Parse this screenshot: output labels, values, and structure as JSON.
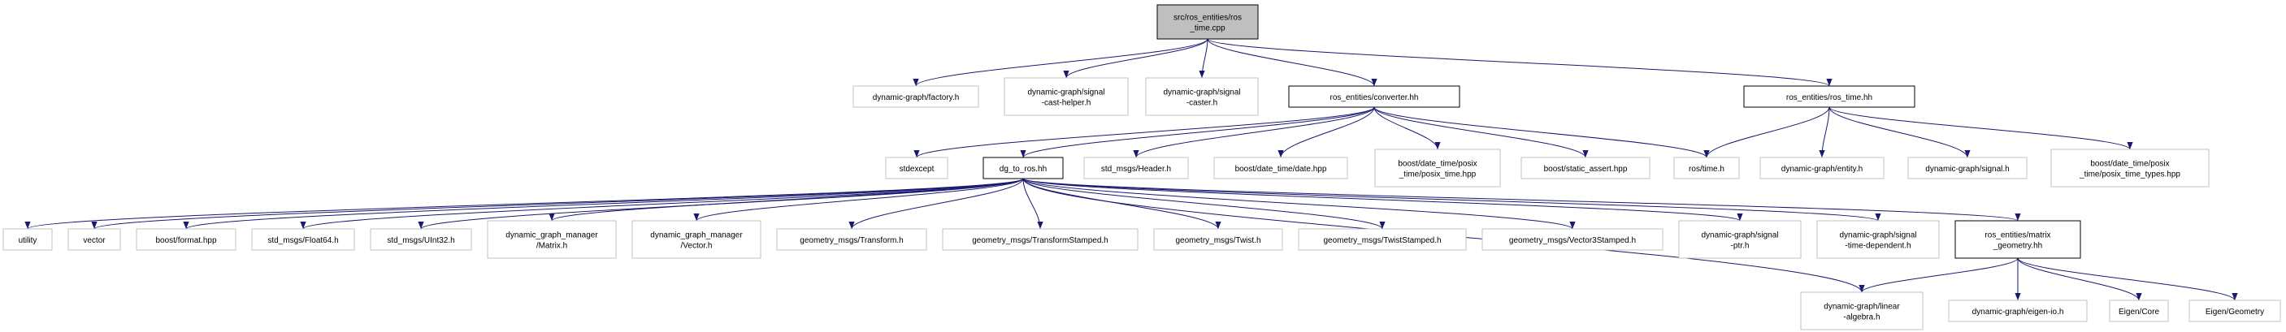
{
  "colors": {
    "edge": "#191970",
    "root_fill": "#bfbfbf",
    "missing_border": "#c0c0c0",
    "documented_border": "#000000"
  },
  "nodes": [
    {
      "id": "root",
      "lines": [
        "src/ros_entities/ros",
        "_time.cpp"
      ],
      "kind": "root"
    },
    {
      "id": "factory",
      "lines": [
        "dynamic-graph/factory.h"
      ],
      "kind": "missing"
    },
    {
      "id": "signal-cast-helper",
      "lines": [
        "dynamic-graph/signal",
        "-cast-helper.h"
      ],
      "kind": "missing"
    },
    {
      "id": "signal-caster",
      "lines": [
        "dynamic-graph/signal",
        "-caster.h"
      ],
      "kind": "missing"
    },
    {
      "id": "converter",
      "lines": [
        "ros_entities/converter.hh"
      ],
      "kind": "documented"
    },
    {
      "id": "ros-time-hh",
      "lines": [
        "ros_entities/ros_time.hh"
      ],
      "kind": "documented"
    },
    {
      "id": "stdexcept",
      "lines": [
        "stdexcept"
      ],
      "kind": "missing"
    },
    {
      "id": "dg-to-ros",
      "lines": [
        "dg_to_ros.hh"
      ],
      "kind": "documented"
    },
    {
      "id": "std-msgs-header",
      "lines": [
        "std_msgs/Header.h"
      ],
      "kind": "missing"
    },
    {
      "id": "boost-date",
      "lines": [
        "boost/date_time/date.hpp"
      ],
      "kind": "missing"
    },
    {
      "id": "boost-posix-time",
      "lines": [
        "boost/date_time/posix",
        "_time/posix_time.hpp"
      ],
      "kind": "missing"
    },
    {
      "id": "boost-static-assert",
      "lines": [
        "boost/static_assert.hpp"
      ],
      "kind": "missing"
    },
    {
      "id": "ros-time-h",
      "lines": [
        "ros/time.h"
      ],
      "kind": "missing"
    },
    {
      "id": "entity",
      "lines": [
        "dynamic-graph/entity.h"
      ],
      "kind": "missing"
    },
    {
      "id": "signal",
      "lines": [
        "dynamic-graph/signal.h"
      ],
      "kind": "missing"
    },
    {
      "id": "boost-posix-time-types",
      "lines": [
        "boost/date_time/posix",
        "_time/posix_time_types.hpp"
      ],
      "kind": "missing"
    },
    {
      "id": "utility",
      "lines": [
        "utility"
      ],
      "kind": "missing"
    },
    {
      "id": "vector",
      "lines": [
        "vector"
      ],
      "kind": "missing"
    },
    {
      "id": "boost-format",
      "lines": [
        "boost/format.hpp"
      ],
      "kind": "missing"
    },
    {
      "id": "float64",
      "lines": [
        "std_msgs/Float64.h"
      ],
      "kind": "missing"
    },
    {
      "id": "uint32",
      "lines": [
        "std_msgs/UInt32.h"
      ],
      "kind": "missing"
    },
    {
      "id": "dgm-matrix",
      "lines": [
        "dynamic_graph_manager",
        "/Matrix.h"
      ],
      "kind": "missing"
    },
    {
      "id": "dgm-vector",
      "lines": [
        "dynamic_graph_manager",
        "/Vector.h"
      ],
      "kind": "missing"
    },
    {
      "id": "transform",
      "lines": [
        "geometry_msgs/Transform.h"
      ],
      "kind": "missing"
    },
    {
      "id": "transform-stamped",
      "lines": [
        "geometry_msgs/TransformStamped.h"
      ],
      "kind": "missing"
    },
    {
      "id": "twist",
      "lines": [
        "geometry_msgs/Twist.h"
      ],
      "kind": "missing"
    },
    {
      "id": "twist-stamped",
      "lines": [
        "geometry_msgs/TwistStamped.h"
      ],
      "kind": "missing"
    },
    {
      "id": "vector3-stamped",
      "lines": [
        "geometry_msgs/Vector3Stamped.h"
      ],
      "kind": "missing"
    },
    {
      "id": "signal-ptr",
      "lines": [
        "dynamic-graph/signal",
        "-ptr.h"
      ],
      "kind": "missing"
    },
    {
      "id": "signal-time-dependent",
      "lines": [
        "dynamic-graph/signal",
        "-time-dependent.h"
      ],
      "kind": "missing"
    },
    {
      "id": "matrix-geometry",
      "lines": [
        "ros_entities/matrix",
        "_geometry.hh"
      ],
      "kind": "documented"
    },
    {
      "id": "linear-algebra",
      "lines": [
        "dynamic-graph/linear",
        "-algebra.h"
      ],
      "kind": "missing"
    },
    {
      "id": "eigen-io",
      "lines": [
        "dynamic-graph/eigen-io.h"
      ],
      "kind": "missing"
    },
    {
      "id": "eigen-core",
      "lines": [
        "Eigen/Core"
      ],
      "kind": "missing"
    },
    {
      "id": "eigen-geometry",
      "lines": [
        "Eigen/Geometry"
      ],
      "kind": "missing"
    }
  ],
  "edges": [
    [
      "root",
      "factory"
    ],
    [
      "root",
      "signal-cast-helper"
    ],
    [
      "root",
      "signal-caster"
    ],
    [
      "root",
      "converter"
    ],
    [
      "root",
      "ros-time-hh"
    ],
    [
      "converter",
      "stdexcept"
    ],
    [
      "converter",
      "dg-to-ros"
    ],
    [
      "converter",
      "std-msgs-header"
    ],
    [
      "converter",
      "boost-date"
    ],
    [
      "converter",
      "boost-posix-time"
    ],
    [
      "converter",
      "boost-static-assert"
    ],
    [
      "converter",
      "ros-time-h"
    ],
    [
      "ros-time-hh",
      "ros-time-h"
    ],
    [
      "ros-time-hh",
      "entity"
    ],
    [
      "ros-time-hh",
      "signal"
    ],
    [
      "ros-time-hh",
      "boost-posix-time-types"
    ],
    [
      "dg-to-ros",
      "utility"
    ],
    [
      "dg-to-ros",
      "vector"
    ],
    [
      "dg-to-ros",
      "boost-format"
    ],
    [
      "dg-to-ros",
      "float64"
    ],
    [
      "dg-to-ros",
      "uint32"
    ],
    [
      "dg-to-ros",
      "dgm-matrix"
    ],
    [
      "dg-to-ros",
      "dgm-vector"
    ],
    [
      "dg-to-ros",
      "transform"
    ],
    [
      "dg-to-ros",
      "transform-stamped"
    ],
    [
      "dg-to-ros",
      "twist"
    ],
    [
      "dg-to-ros",
      "twist-stamped"
    ],
    [
      "dg-to-ros",
      "vector3-stamped"
    ],
    [
      "dg-to-ros",
      "signal-ptr"
    ],
    [
      "dg-to-ros",
      "signal-time-dependent"
    ],
    [
      "dg-to-ros",
      "matrix-geometry"
    ],
    [
      "dg-to-ros",
      "linear-algebra"
    ],
    [
      "matrix-geometry",
      "linear-algebra"
    ],
    [
      "matrix-geometry",
      "eigen-io"
    ],
    [
      "matrix-geometry",
      "eigen-core"
    ],
    [
      "matrix-geometry",
      "eigen-geometry"
    ]
  ]
}
